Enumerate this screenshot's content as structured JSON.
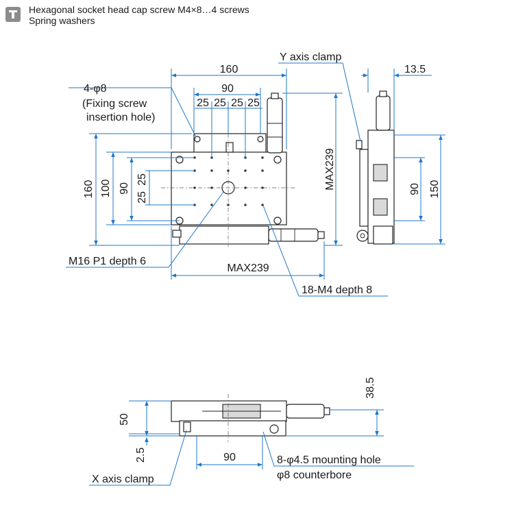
{
  "header": {
    "icon": "t-icon",
    "line1": "Hexagonal socket head cap screw M4×8…4 screws",
    "line2": "Spring washers"
  },
  "colors": {
    "dimension_line": "#1f77c8",
    "icon_bg": "#8c8c8c"
  },
  "top_view": {
    "dims": {
      "w160": "160",
      "w90": "90",
      "d25a": "25",
      "d25b": "25",
      "d25c": "25",
      "d25d": "25",
      "h160": "160",
      "h100": "100",
      "h90": "90",
      "h25a": "25",
      "h25b": "25",
      "max_h": "MAX239",
      "max_w": "MAX239"
    },
    "labels": {
      "holes_4": "4-φ8",
      "fixing1": "(Fixing screw",
      "fixing2": "insertion hole)",
      "m16": "M16 P1 depth 6",
      "m4": "18-M4 depth 8"
    }
  },
  "side_view": {
    "dims": {
      "d13_5": "13.5",
      "d90": "90",
      "d150": "150"
    },
    "labels": {
      "y_clamp": "Y axis clamp"
    }
  },
  "front_view": {
    "dims": {
      "d50": "50",
      "d2_5": "2.5",
      "d38_5": "38.5",
      "d90": "90"
    },
    "labels": {
      "mount1": "8-φ4.5 mounting hole",
      "mount2": "φ8 counterbore",
      "x_clamp": "X axis clamp"
    }
  }
}
